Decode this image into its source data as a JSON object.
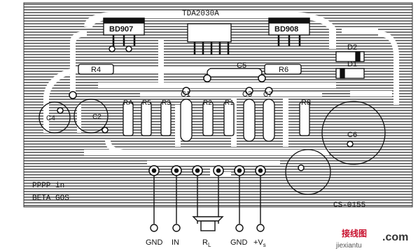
{
  "board": {
    "colors": {
      "copper": "#2a2a2a",
      "hatch": "#6b6b6b",
      "paper": "#ffffff",
      "line": "#111111"
    },
    "top_label": "TDA2030A",
    "code": "CS-0155",
    "bottom_left_text": [
      "PPPP in",
      "BETA GOS"
    ]
  },
  "components": {
    "ic_left": "BD907",
    "ic_right": "BD908",
    "r4": "R4",
    "r6": "R6",
    "c5": "C5",
    "d2": "D2",
    "d1": "D1",
    "ra": "RA",
    "r5": "R5",
    "r3": "R3",
    "c1": "C1",
    "r2": "R2",
    "r1": "R1",
    "c3": "C3",
    "r8": "R8",
    "c6": "C6",
    "c4": "C4",
    "c2": "C2",
    "c7": "C7"
  },
  "terminals": [
    "GND",
    "IN",
    "R",
    "GND",
    "+V"
  ],
  "terminal_subs": {
    "r": "L",
    "v": "s"
  },
  "watermark": {
    "cn": "接线图",
    "dot_com": ".com",
    "url": "jiexiantu"
  }
}
